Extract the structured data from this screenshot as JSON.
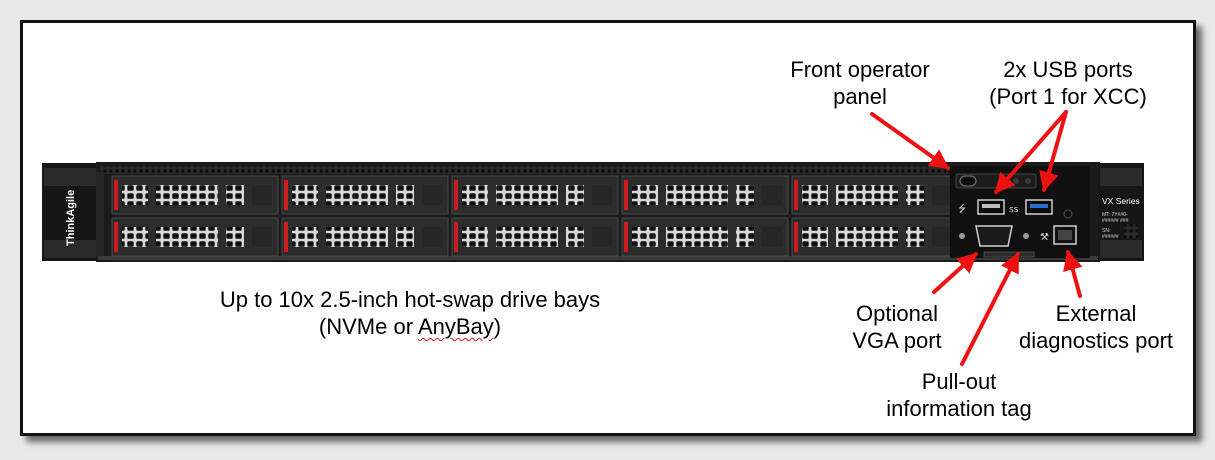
{
  "server": {
    "brand": "ThinkAgile",
    "series": "VX Series",
    "tag_lines": [
      "MT: 7Y##0-",
      "###### ###",
      "SN:",
      "######"
    ],
    "drive_bay_count": 10
  },
  "labels": {
    "drive_bays": {
      "line1": "Up to 10x 2.5-inch hot-swap drive bays",
      "line2_a": "(NVMe or ",
      "line2_b": "AnyBay",
      "line2_c": ")"
    },
    "front_operator_panel": {
      "line1": "Front operator",
      "line2": "panel"
    },
    "usb_ports": {
      "line1": "2x USB ports",
      "line2": "(Port 1 for XCC)"
    },
    "vga_port": {
      "line1": "Optional",
      "line2": "VGA port"
    },
    "info_tag": {
      "line1": "Pull-out",
      "line2": "information tag"
    },
    "diagnostics_port": {
      "line1": "External",
      "line2": "diagnostics port"
    }
  },
  "colors": {
    "arrow": "#ee1111",
    "bay_accent": "#c81e1e",
    "chassis": "#1b1b1b",
    "usb3_blue": "#2a6fd6"
  }
}
